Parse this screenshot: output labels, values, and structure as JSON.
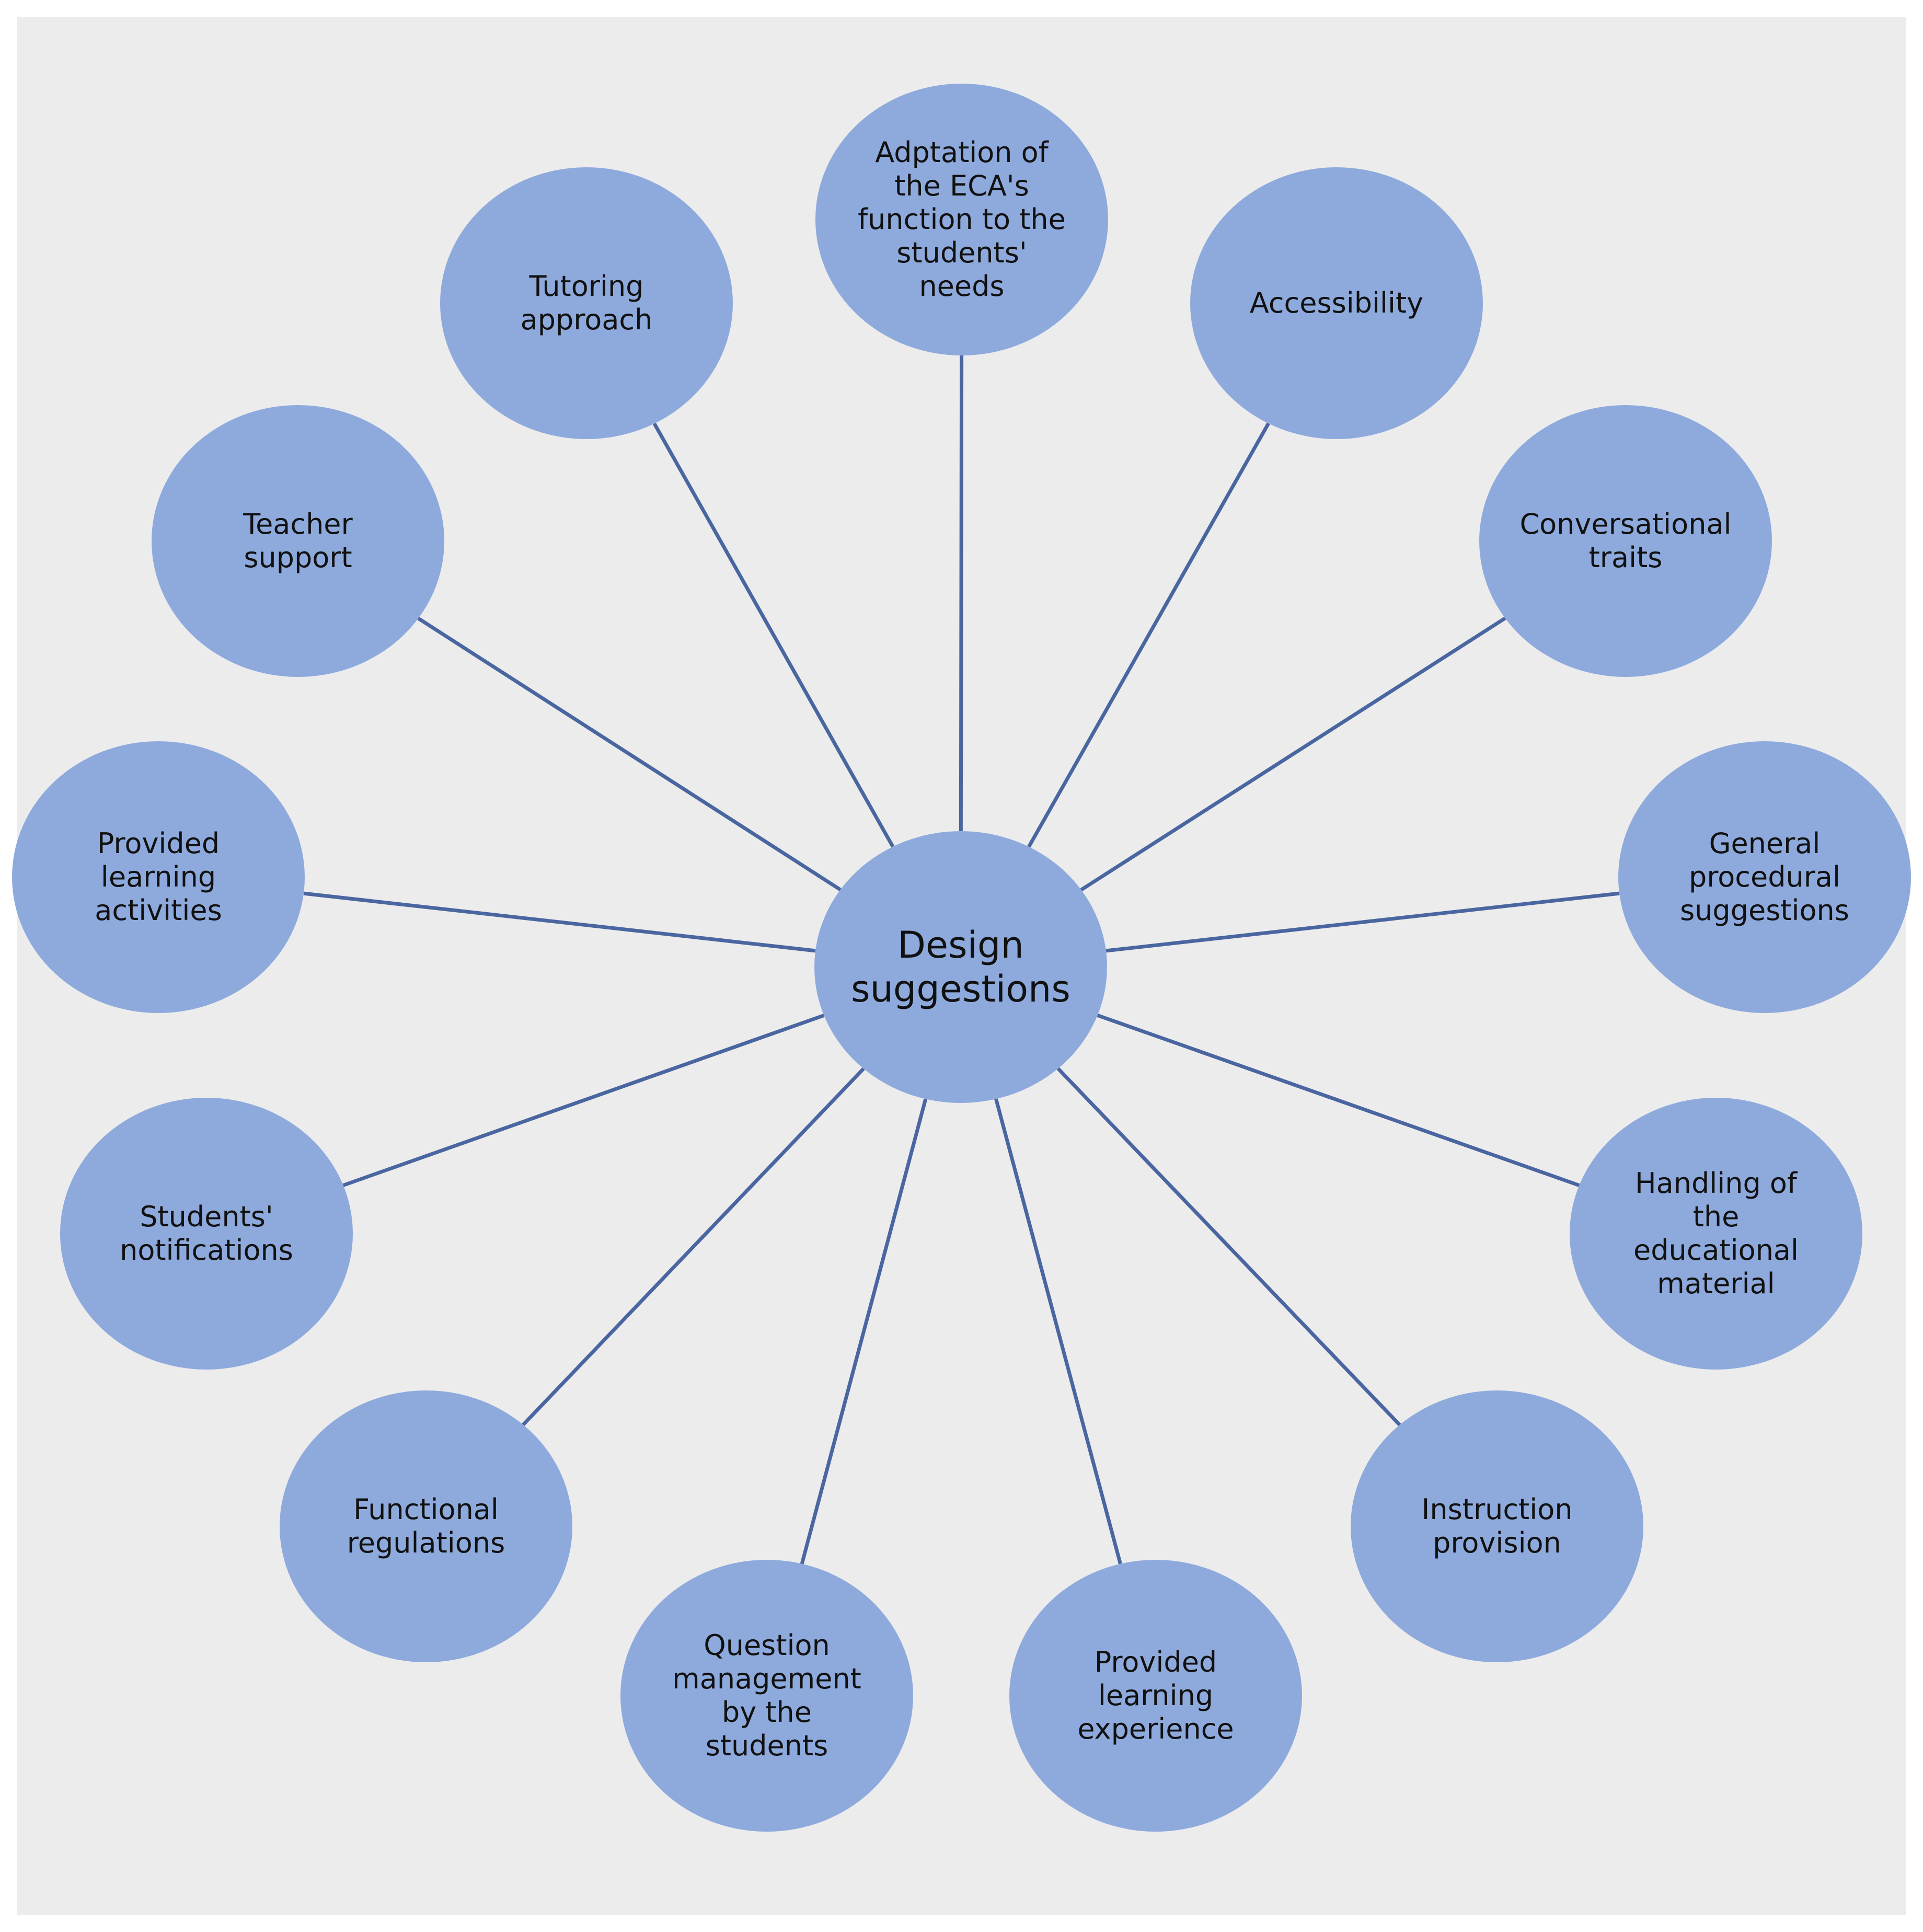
{
  "center": {
    "label": [
      "Design",
      "suggestions"
    ]
  },
  "nodes": [
    {
      "id": "adaptation",
      "label": [
        "Adptation of",
        "the ECA's",
        "function to the",
        "students'",
        "needs"
      ]
    },
    {
      "id": "accessibility",
      "label": [
        "Accessibility"
      ]
    },
    {
      "id": "conversational-traits",
      "label": [
        "Conversational",
        "traits"
      ]
    },
    {
      "id": "general-procedural",
      "label": [
        "General",
        "procedural",
        "suggestions"
      ]
    },
    {
      "id": "handling-material",
      "label": [
        "Handling of",
        "the",
        "educational",
        "material"
      ]
    },
    {
      "id": "instruction-provision",
      "label": [
        "Instruction",
        "provision"
      ]
    },
    {
      "id": "learning-experience",
      "label": [
        "Provided",
        "learning",
        "experience"
      ]
    },
    {
      "id": "question-management",
      "label": [
        "Question",
        "management",
        "by the",
        "students"
      ]
    },
    {
      "id": "functional-regulations",
      "label": [
        "Functional",
        "regulations"
      ]
    },
    {
      "id": "students-notifications",
      "label": [
        "Students'",
        "notifications"
      ]
    },
    {
      "id": "learning-activities",
      "label": [
        "Provided",
        "learning",
        "activities"
      ]
    },
    {
      "id": "teacher-support",
      "label": [
        "Teacher",
        "support"
      ]
    },
    {
      "id": "tutoring-approach",
      "label": [
        "Tutoring",
        "approach"
      ]
    }
  ],
  "colors": {
    "panel": "#ececec",
    "node_fill": "#8eaadd",
    "connector": "#4a66a1",
    "text": "#111111"
  }
}
